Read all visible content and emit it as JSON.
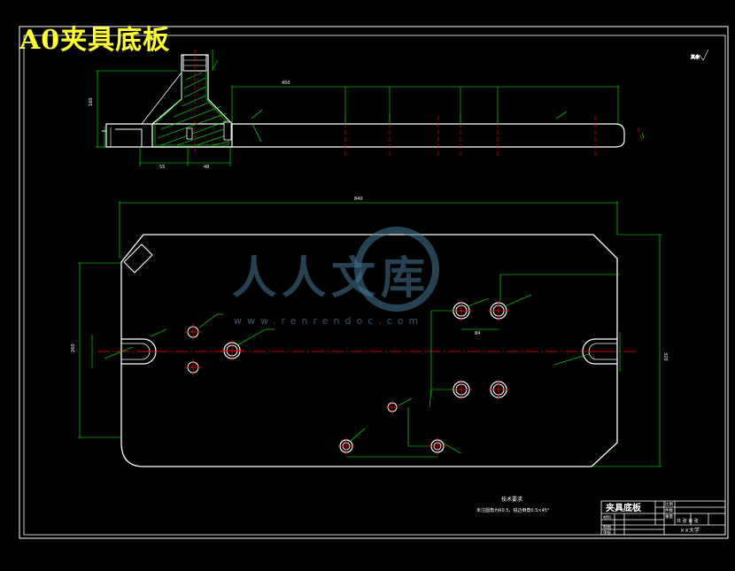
{
  "drawing_title": "A0夹具底板",
  "watermark": {
    "brand": "人人文库",
    "url": "www.renrendoc.com"
  },
  "tech_notes": {
    "heading": "技术要求",
    "line": "未注圆角为R0.5，锐边倒角0.5×45°"
  },
  "title_block": {
    "part_name": "夹具底板",
    "cells": [
      "比例",
      "件数",
      "重量",
      "材料",
      "制图",
      "审核",
      "共 张 第 张"
    ],
    "school": "××大学"
  },
  "colors": {
    "outline": "#ffffff",
    "dimension": "#00ff00",
    "centerline": "#ff0000",
    "hatch": "#00ff00",
    "title": "#ffff33"
  }
}
